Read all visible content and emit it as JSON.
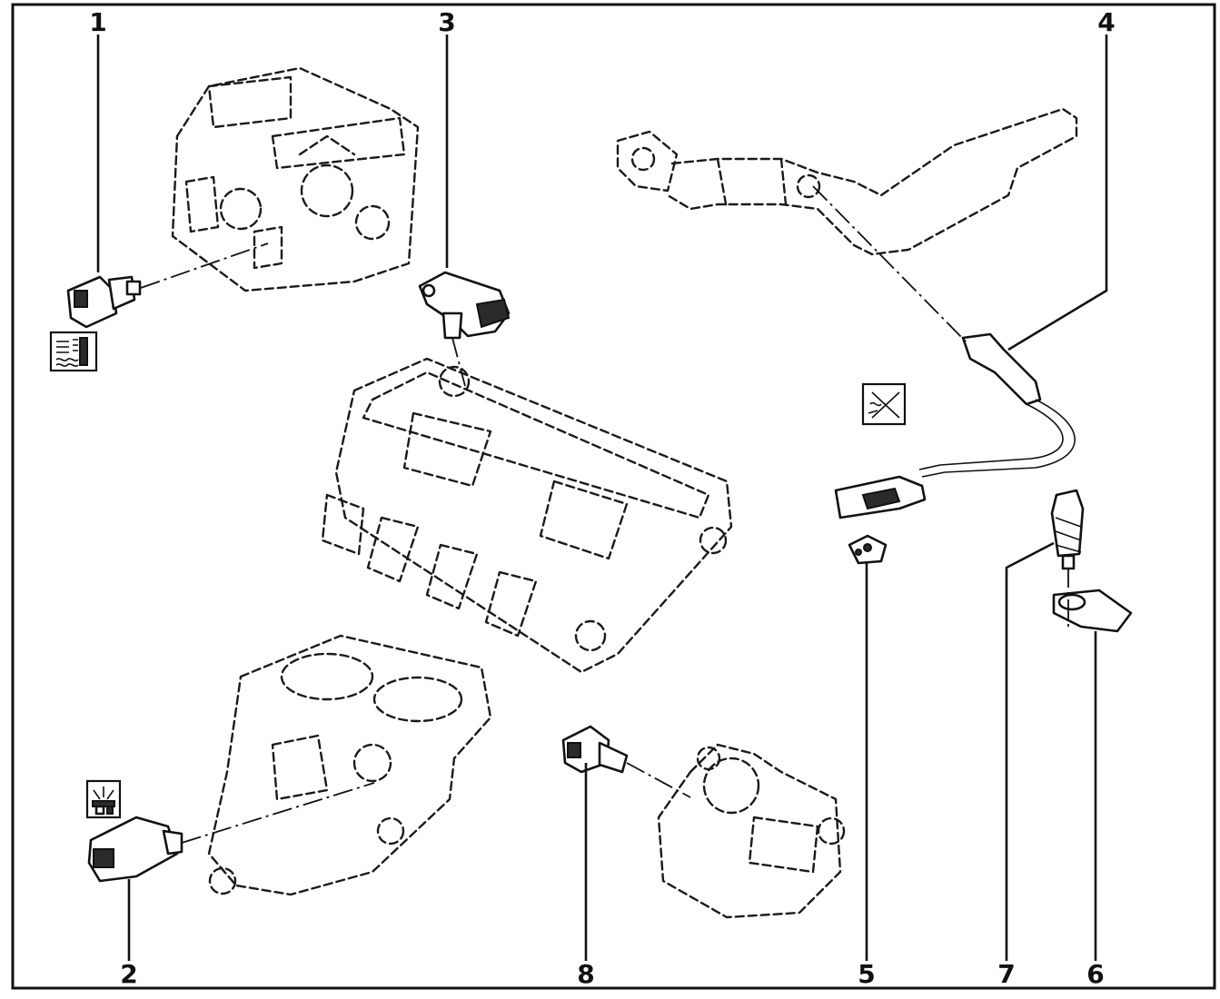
{
  "callouts": [
    "1",
    "2",
    "3",
    "4",
    "5",
    "6",
    "7",
    "8"
  ],
  "icons": {
    "coolant_temperature": "coolant-temperature-symbol-icon",
    "knock": "knock-sensor-symbol-icon",
    "oxygen_sensor": "lambda-sensor-symbol-icon"
  },
  "colors": {
    "ink": "#111111",
    "paper": "#ffffff"
  }
}
